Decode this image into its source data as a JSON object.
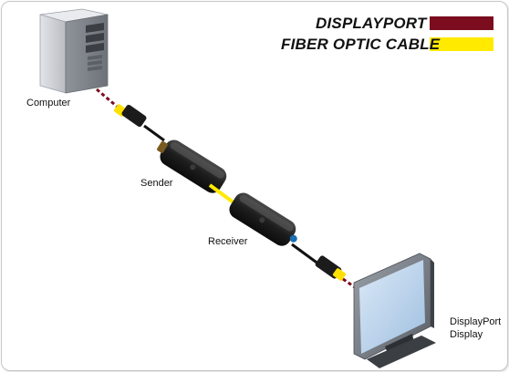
{
  "legend": {
    "items": [
      {
        "label": "DISPLAYPORT",
        "color": "#7b0d1e"
      },
      {
        "label": "FIBER OPTIC CABLE",
        "color": "#ffea00"
      }
    ]
  },
  "devices": {
    "computer_label": "Computer",
    "sender_label": "Sender",
    "receiver_label": "Receiver",
    "display_label_line1": "DisplayPort",
    "display_label_line2": "Display"
  },
  "colors": {
    "displayport_cable": "#7b0d1e",
    "fiber_cable": "#ffea00",
    "device_body": "#1a1a1a"
  }
}
